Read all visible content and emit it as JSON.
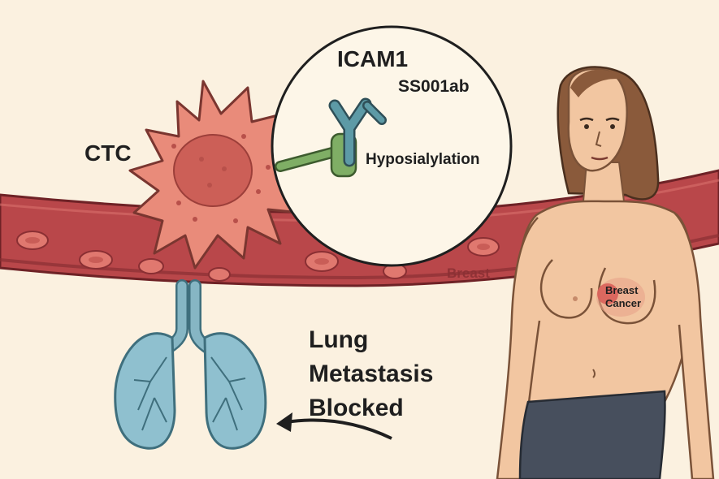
{
  "labels": {
    "ctc": "CTC",
    "icam1": "ICAM1",
    "antibody": "SS001ab",
    "hyposialylation": "Hyposialylation",
    "breast_vessel": "Breast",
    "breast_cancer_line1": "Breast",
    "breast_cancer_line2": "Cancer",
    "outcome_line1": "Lung",
    "outcome_line2": "Metastasis",
    "outcome_line3": "Blocked"
  },
  "colors": {
    "background": "#fbf1e0",
    "vessel": "#b9474a",
    "vessel_dark": "#8a2f33",
    "rbc": "#e0786f",
    "ctc_cell": "#e98b7a",
    "ctc_nucleus": "#cc5f57",
    "lung": "#8fc0cf",
    "trachea": "#86b6c4",
    "antibody": "#5d9aa6",
    "receptor": "#7fae65",
    "skin": "#f2c6a1",
    "hair": "#8a5a3b",
    "tumor": "#d9615a",
    "pants": "#474f5d"
  },
  "icons": {
    "antibody": "antibody-y-icon",
    "receptor": "icam1-receptor-icon",
    "arrow": "curved-arrow-icon"
  }
}
